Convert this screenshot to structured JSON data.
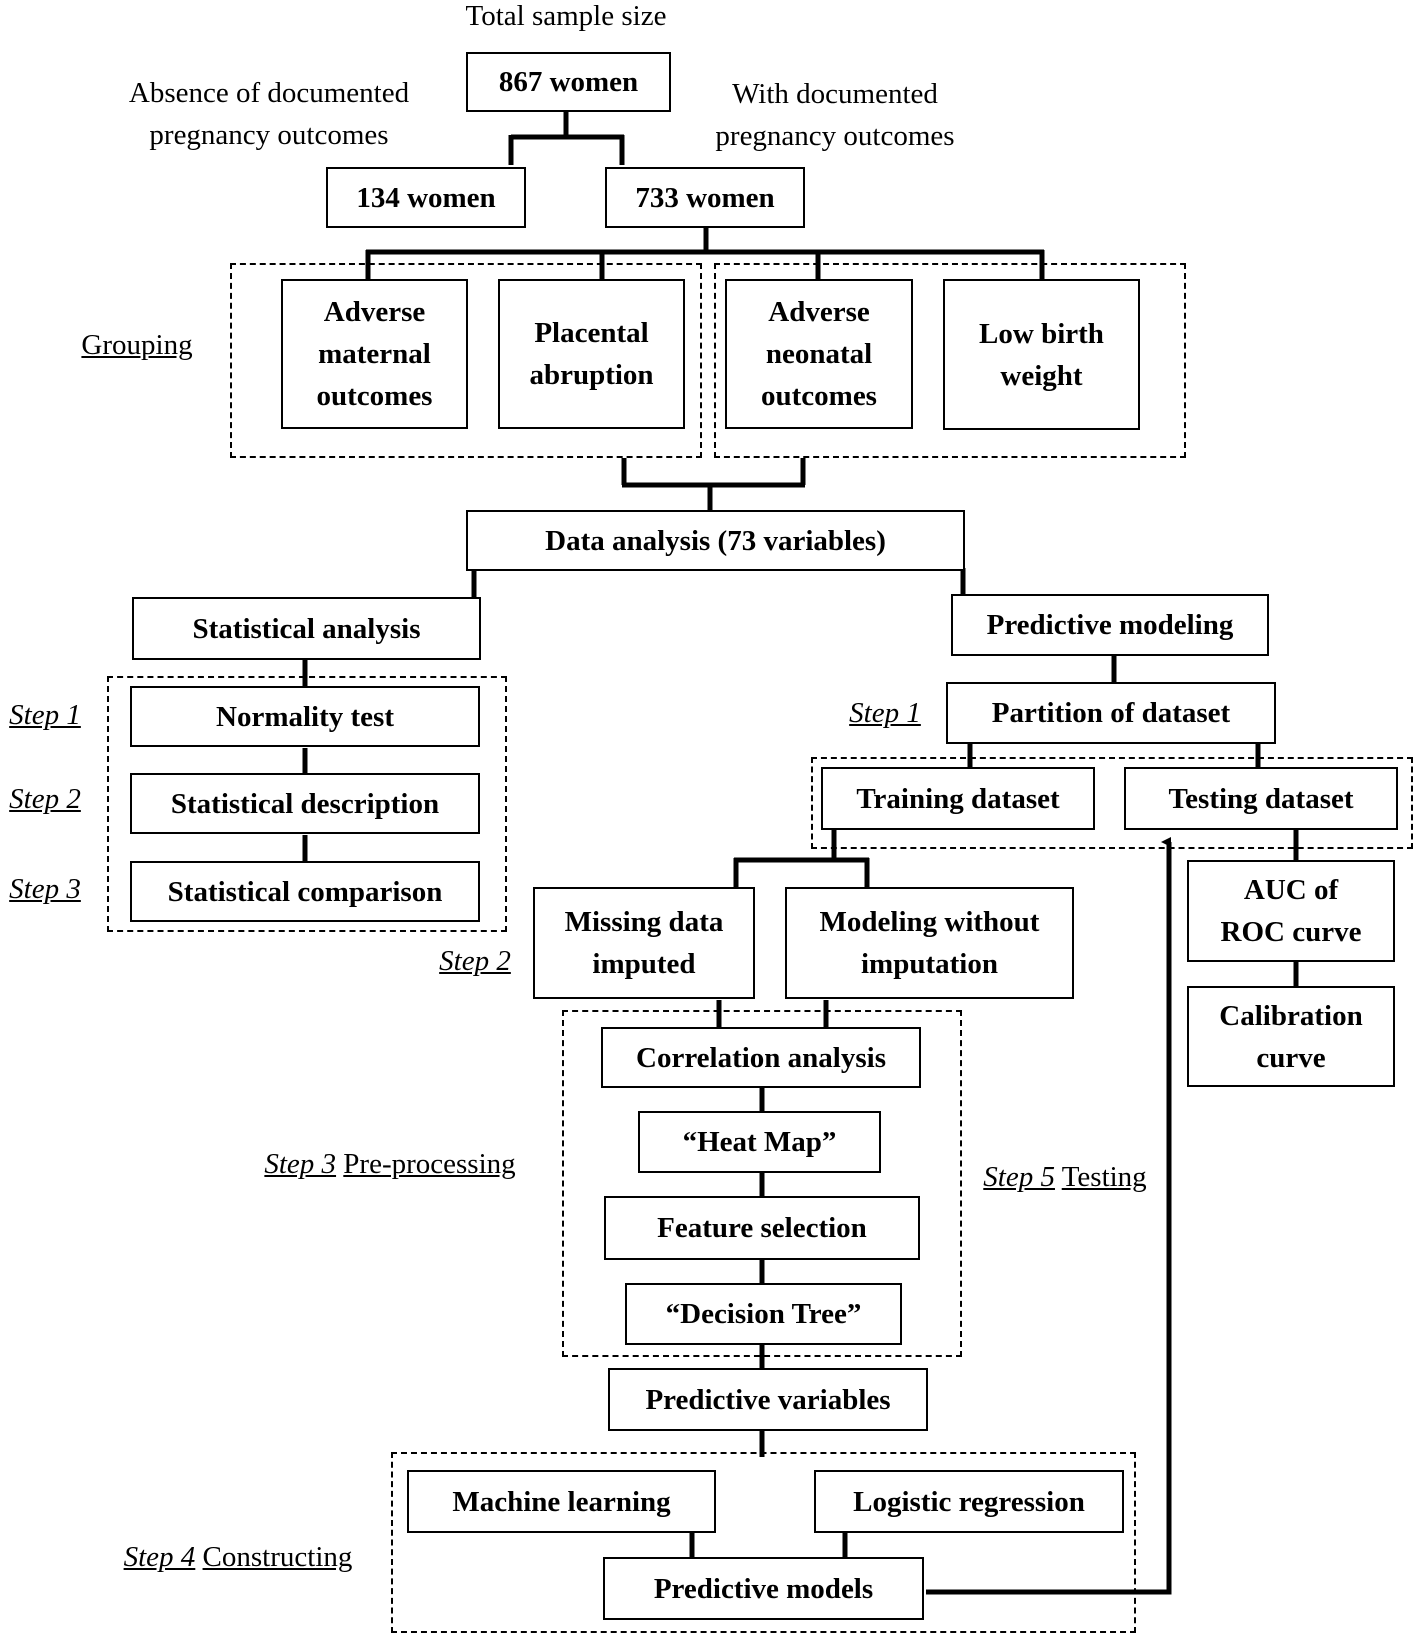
{
  "header": {
    "total_label": "Total sample size",
    "absence_label": "Absence of documented\npregnancy outcomes",
    "with_label": "With documented\npregnancy outcomes"
  },
  "sample": {
    "total": "867 women",
    "absent": "134 women",
    "with": "733 women"
  },
  "grouping": {
    "label": "Grouping",
    "groups": [
      "Adverse\nmaternal\noutcomes",
      "Placental\nabruption",
      "Adverse\nneonatal\noutcomes",
      "Low birth\nweight"
    ]
  },
  "data_analysis": "Data analysis (73 variables)",
  "statistical": {
    "title": "Statistical analysis",
    "steps": [
      {
        "label": "Step 1",
        "text": "Normality test"
      },
      {
        "label": "Step 2",
        "text": "Statistical description"
      },
      {
        "label": "Step 3",
        "text": "Statistical comparison"
      }
    ]
  },
  "predictive": {
    "title": "Predictive modeling",
    "step1_label": "Step 1",
    "partition": "Partition of dataset",
    "training": "Training dataset",
    "testing": "Testing dataset",
    "step2_label": "Step 2",
    "missing": "Missing data\nimputed",
    "without": "Modeling without\nimputation",
    "step3_label": "Step 3",
    "step3_text": "Pre-processing",
    "correlation": "Correlation analysis",
    "heatmap": "“Heat Map”",
    "feature": "Feature selection",
    "decision": "“Decision Tree”",
    "variables": "Predictive variables",
    "step4_label": "Step 4",
    "step4_text": "Constructing",
    "machine": "Machine learning",
    "logistic": "Logistic regression",
    "models": "Predictive models",
    "step5_label": "Step 5",
    "step5_text": "Testing",
    "auc": "AUC of\nROC curve",
    "calibration": "Calibration\ncurve"
  }
}
